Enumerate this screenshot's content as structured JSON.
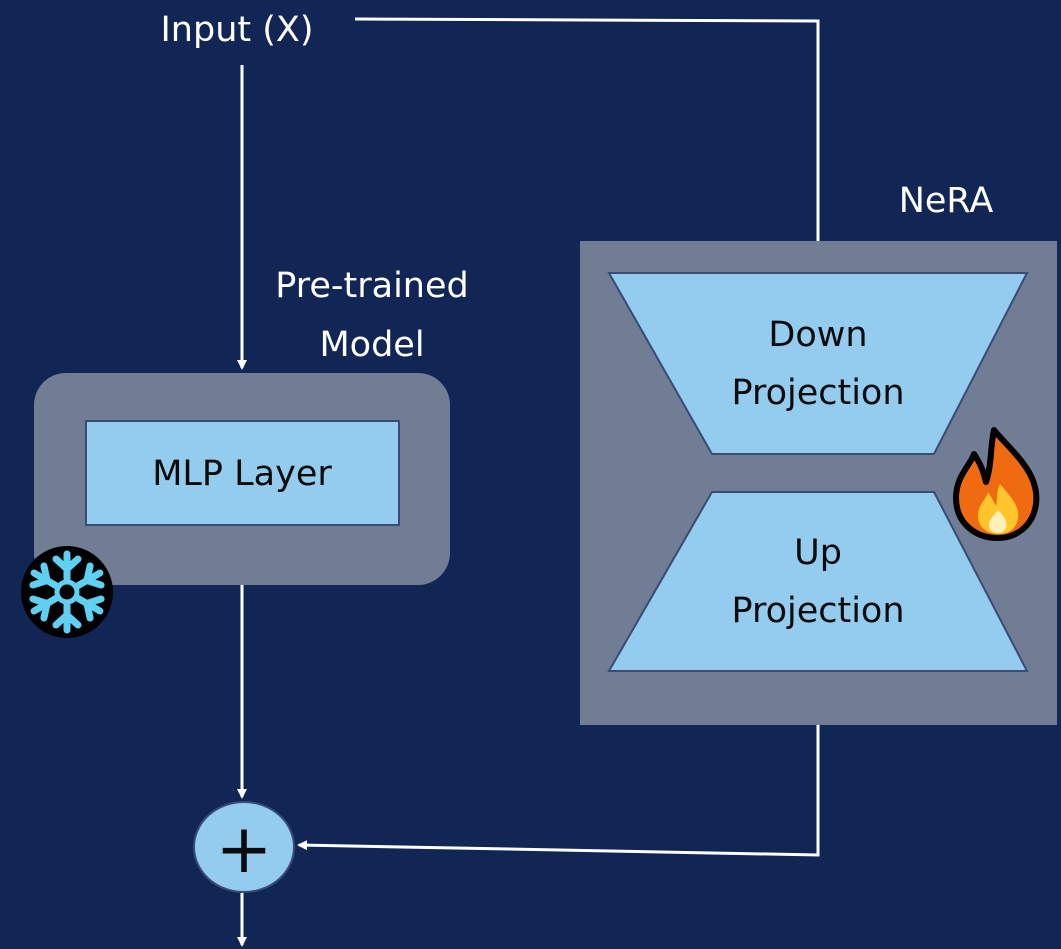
{
  "input_label": "Input (X)",
  "pretrained": {
    "line1": "Pre-trained",
    "line2": "Model"
  },
  "nera_label": "NeRA",
  "mlp_label": "MLP Layer",
  "down_projection": {
    "line1": "Down",
    "line2": "Projection"
  },
  "up_projection": {
    "line1": "Up",
    "line2": "Projection"
  },
  "sum_symbol": "+",
  "icons": {
    "frozen": "snowflake-icon",
    "trainable": "fire-icon"
  },
  "colors": {
    "background": "#112655",
    "container": "#717c95",
    "block": "#93ccee",
    "arrow": "#ffffff",
    "snowflake": "#5fd0f2",
    "fire_outer": "#f06a12",
    "fire_inner": "#ffc52a"
  }
}
